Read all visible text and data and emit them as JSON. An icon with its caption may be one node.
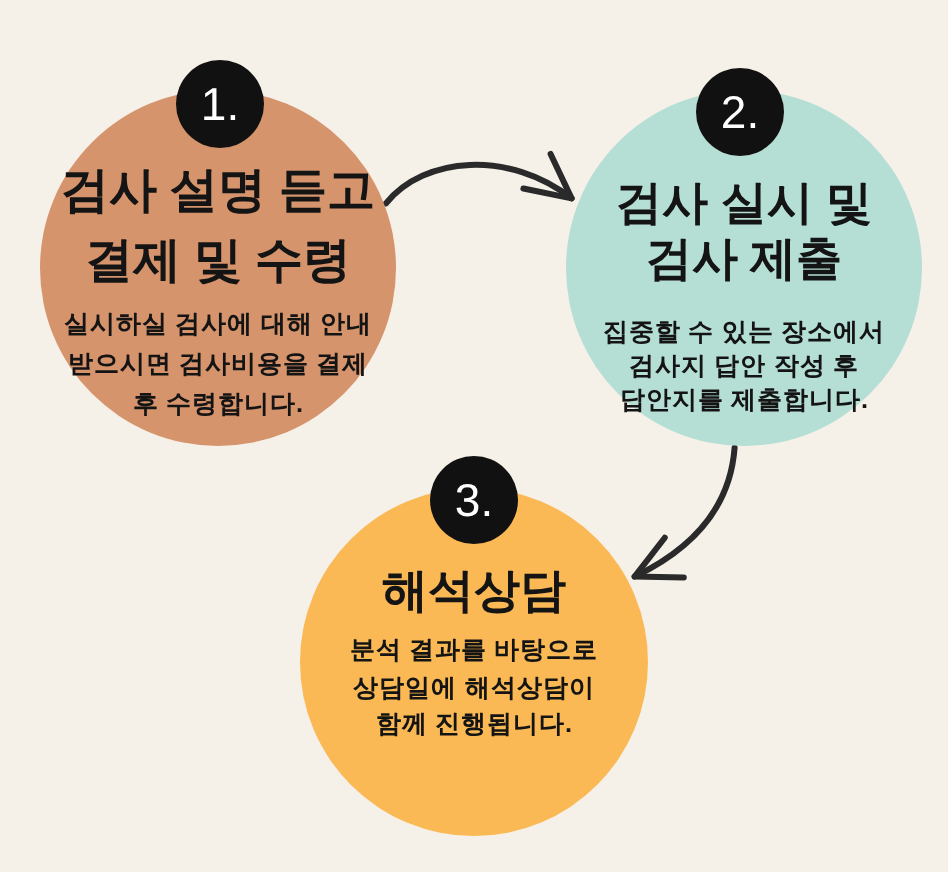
{
  "diagram": {
    "nodes": [
      {
        "text": [
          "1."
        ]
      },
      {
        "text": [
          "검사 설명 듣고 결제 및 수령",
          "실시하실 검사에 대해 안내 받으시면 검사비용을 결제 후 수령합니다."
        ]
      },
      {
        "text": [
          "2."
        ]
      },
      {
        "text": [
          "검사 실시 및 검사 제출",
          "집중할 수 있는 장소에서 검사지 답안 작성 후 답안지를 제출합니다."
        ]
      },
      {
        "text": [
          "3."
        ]
      },
      {
        "text": [
          "해석상담",
          "분석 결과를 바탕으로 상담일에 해석상담이 함께 진행됩니다."
        ]
      }
    ],
    "edges": [
      {
        "from": 1,
        "to": 3,
        "arrow": "to"
      },
      {
        "from": 3,
        "to": 5,
        "arrow": "to"
      }
    ]
  }
}
